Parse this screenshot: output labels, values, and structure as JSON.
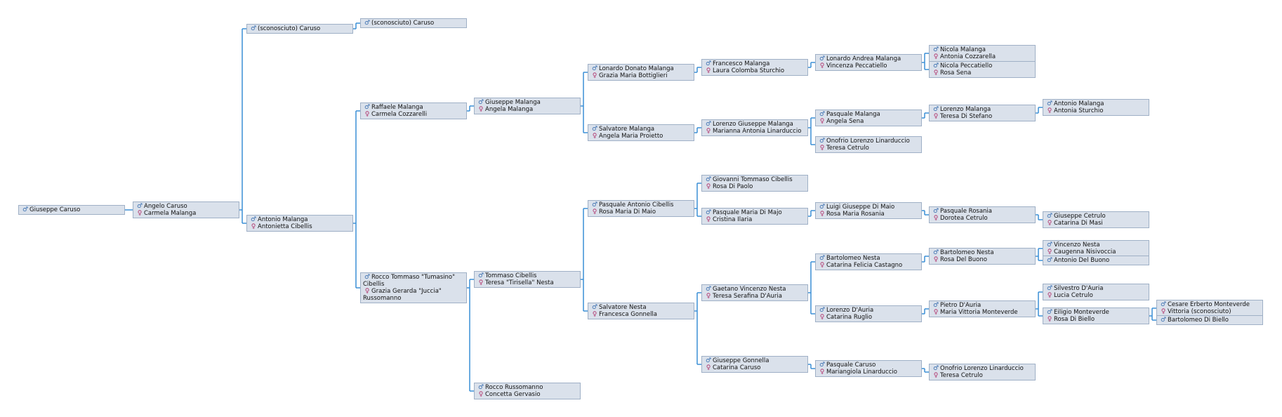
{
  "symbols": {
    "male": "♂",
    "female": "♀"
  },
  "colors": {
    "box_fill": "#dae1eb",
    "box_border": "#9fb0c6",
    "connector": "#3a8fd6",
    "male": "#3a6fb0",
    "female": "#b0306a"
  },
  "nodes": [
    {
      "id": "n1",
      "m": "Giuseppe Caruso",
      "f": null
    },
    {
      "id": "n2",
      "m": "Angelo Caruso",
      "f": "Carmela Malanga"
    },
    {
      "id": "n3",
      "m": "(sconosciuto) Caruso",
      "f": null
    },
    {
      "id": "n4",
      "m": "(sconosciuto) Caruso",
      "f": null
    },
    {
      "id": "n5",
      "m": "Antonio Malanga",
      "f": "Antonietta Cibellis"
    },
    {
      "id": "n6",
      "m": "Raffaele Malanga",
      "f": "Carmela Cozzarelli"
    },
    {
      "id": "n7",
      "m": "Rocco Tommaso \"Tumasino\" Cibellis",
      "f": "Grazia Gerarda \"Juccia\" Russomanno"
    },
    {
      "id": "n8",
      "m": "Giuseppe Malanga",
      "f": "Angela Malanga"
    },
    {
      "id": "n9",
      "m": "Tommaso Cibellis",
      "f": "Teresa \"Tirisella\" Nesta"
    },
    {
      "id": "n10",
      "m": "Rocco Russomanno",
      "f": "Concetta Gervasio"
    },
    {
      "id": "n11",
      "m": "Lonardo Donato Malanga",
      "f": "Grazia Maria Bottiglieri"
    },
    {
      "id": "n12",
      "m": "Salvatore Malanga",
      "f": "Angela Maria Proietto"
    },
    {
      "id": "n13",
      "m": "Pasquale Antonio Cibellis",
      "f": "Rosa Maria Di Maio"
    },
    {
      "id": "n14",
      "m": "Salvatore Nesta",
      "f": "Francesca Gonnella"
    },
    {
      "id": "n15",
      "m": "Francesco Malanga",
      "f": "Laura Colomba Sturchio"
    },
    {
      "id": "n16",
      "m": "Lorenzo Giuseppe Malanga",
      "f": "Marianna Antonia Linarduccio"
    },
    {
      "id": "n17",
      "m": "Giovanni Tommaso Cibellis",
      "f": "Rosa Di Paolo"
    },
    {
      "id": "n18",
      "m": "Pasquale Maria Di Majo",
      "f": "Cristina Ilaria"
    },
    {
      "id": "n19",
      "m": "Gaetano Vincenzo Nesta",
      "f": "Teresa Serafina D'Auria"
    },
    {
      "id": "n20",
      "m": "Giuseppe Gonnella",
      "f": "Catarina Caruso"
    },
    {
      "id": "n21",
      "m": "Lonardo Andrea Malanga",
      "f": "Vincenza Peccatiello"
    },
    {
      "id": "n22",
      "m": "Pasquale Malanga",
      "f": "Angela Sena"
    },
    {
      "id": "n23",
      "m": "Onofrio Lorenzo Linarduccio",
      "f": "Teresa Cetrulo"
    },
    {
      "id": "n24",
      "m": "Luigi Giuseppe Di Maio",
      "f": "Rosa Maria Rosania"
    },
    {
      "id": "n25",
      "m": "Bartolomeo Nesta",
      "f": "Catarina Felicia Castagno"
    },
    {
      "id": "n26",
      "m": "Lorenzo D'Auria",
      "f": "Catarina Ruglio"
    },
    {
      "id": "n27",
      "m": "Pasquale Caruso",
      "f": "Mariangiola Linarduccio"
    },
    {
      "id": "n28",
      "m": "Nicola Malanga",
      "f": "Antonia Cozzarella"
    },
    {
      "id": "n29",
      "m": "Nicola Peccatiello",
      "f": "Rosa Sena"
    },
    {
      "id": "n30",
      "m": "Lorenzo Malanga",
      "f": "Teresa Di Stefano"
    },
    {
      "id": "n31",
      "m": "Pasquale Rosania",
      "f": "Dorotea Cetrulo"
    },
    {
      "id": "n32",
      "m": "Bartolomeo Nesta",
      "f": "Rosa Del Buono"
    },
    {
      "id": "n33",
      "m": "Pietro D'Auria",
      "f": "Maria Vittoria Monteverde"
    },
    {
      "id": "n34",
      "m": "Onofrio Lorenzo Linarduccio",
      "f": "Teresa Cetrulo"
    },
    {
      "id": "n35",
      "m": "Antonio Malanga",
      "f": "Antonia Sturchio"
    },
    {
      "id": "n36",
      "m": "Giuseppe Cetrulo",
      "f": "Catarina Di Masi"
    },
    {
      "id": "n37",
      "m": "Vincenzo Nesta",
      "f": "Caugenna Nisivoccia"
    },
    {
      "id": "n38",
      "m": "Antonio Del Buono",
      "f": null
    },
    {
      "id": "n39",
      "m": "Silvestro D'Auria",
      "f": "Lucia Cetrulo"
    },
    {
      "id": "n40",
      "m": "Eiligio Monteverde",
      "f": "Rosa Di Biello"
    },
    {
      "id": "n41",
      "m": "Cesare Erberto Monteverde",
      "f": "Vittoria (sconosciuto)"
    },
    {
      "id": "n42",
      "m": "Bartolomeo Di Biello",
      "f": null
    }
  ]
}
